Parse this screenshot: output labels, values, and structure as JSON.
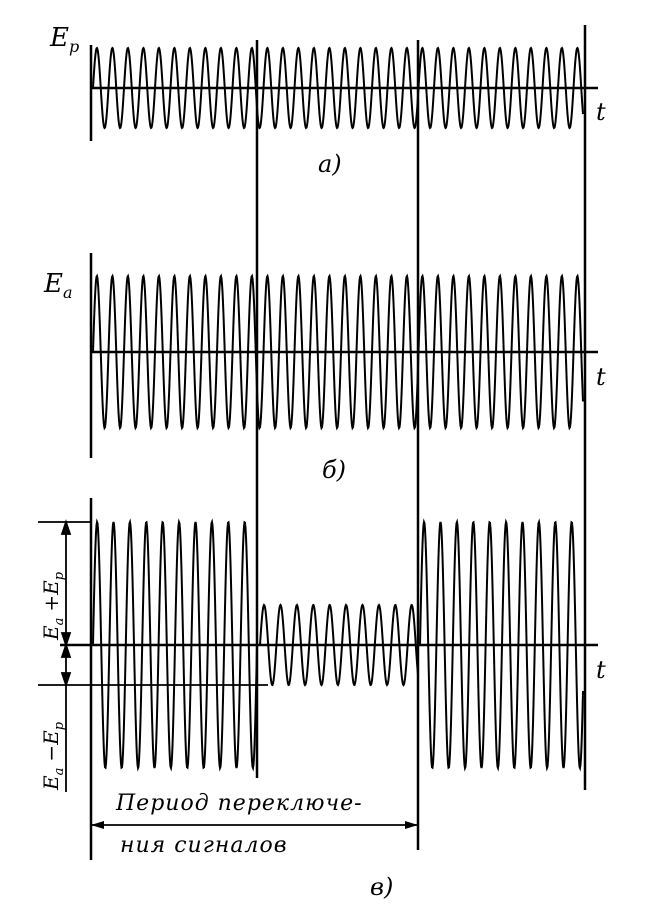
{
  "panel_a": {
    "y_label_main": "E",
    "y_label_sub": "p",
    "x_label": "t",
    "caption": "a)"
  },
  "panel_b": {
    "y_label_main": "E",
    "y_label_sub": "a",
    "x_label": "t",
    "caption": "б)"
  },
  "panel_c": {
    "x_label": "t",
    "caption": "в)",
    "upper_dim_a": "E",
    "upper_dim_a_sub": "a",
    "upper_dim_op": "+E",
    "upper_dim_b_sub": "p",
    "lower_dim_a": "E",
    "lower_dim_a_sub": "a",
    "lower_dim_op": "−E",
    "lower_dim_b_sub": "p",
    "period_line1": "Период переключе-",
    "period_line2": "ния   сигналов"
  },
  "colors": {
    "ink": "#000000",
    "paper": "#ffffff"
  }
}
